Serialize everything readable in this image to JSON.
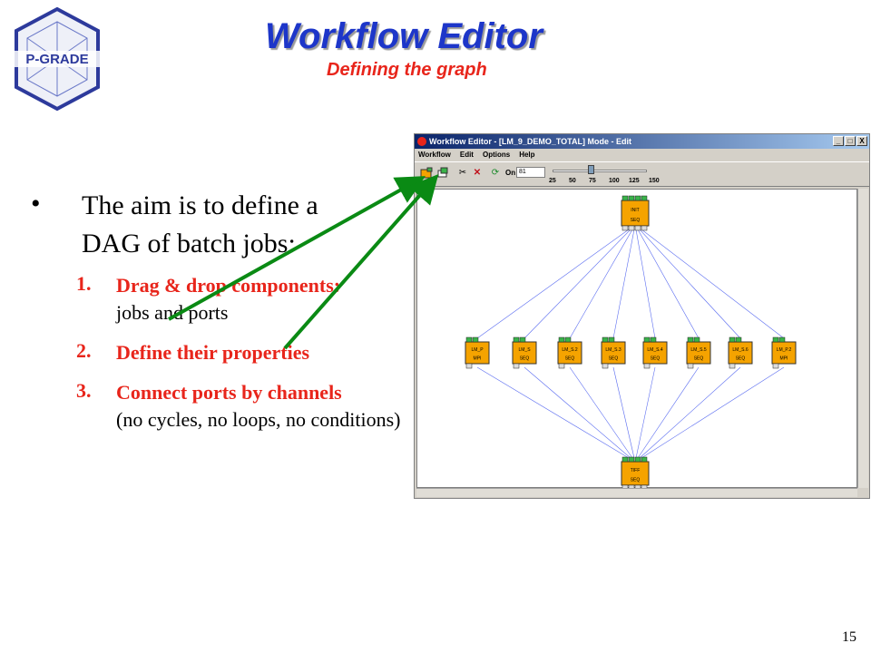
{
  "logo": {
    "text": "P-GRADE"
  },
  "header": {
    "title": "Workflow Editor",
    "subtitle": "Defining the graph"
  },
  "slide": {
    "bullet": "The aim is to define a DAG of batch jobs:",
    "items": [
      {
        "num": "1.",
        "heading": "Drag & drop components:",
        "sub": "jobs and ports"
      },
      {
        "num": "2.",
        "heading": "Define their properties",
        "sub": ""
      },
      {
        "num": "3.",
        "heading": "Connect ports by channels",
        "sub": "(no cycles, no loops, no conditions)"
      }
    ],
    "page_number": "15"
  },
  "window": {
    "title": "Workflow Editor - [LM_9_DEMO_TOTAL] Mode - Edit",
    "buttons": {
      "minimize": "_",
      "maximize": "□",
      "close": "X"
    },
    "menu": [
      "Workflow",
      "Edit",
      "Options",
      "Help"
    ],
    "toolbar": {
      "on_label": "On",
      "on_value": "81",
      "ticks": [
        "25",
        "50",
        "75",
        "100",
        "125",
        "150"
      ],
      "slider_value": 81
    },
    "jobs": {
      "init": {
        "name": "INIT",
        "type": "SEQ"
      },
      "tiff": {
        "name": "TIFF",
        "type": "SEQ"
      },
      "middle": [
        {
          "name": "LM_P",
          "type": "MPI"
        },
        {
          "name": "LM_S",
          "type": "SEQ"
        },
        {
          "name": "LM_S.2",
          "type": "SEQ"
        },
        {
          "name": "LM_S.3",
          "type": "SEQ"
        },
        {
          "name": "LM_S.4",
          "type": "SEQ"
        },
        {
          "name": "LM_S.5",
          "type": "SEQ"
        },
        {
          "name": "LM_S.6",
          "type": "SEQ"
        },
        {
          "name": "LM_P.2",
          "type": "MPI"
        }
      ]
    }
  },
  "colors": {
    "title_blue": "#1d36c9",
    "accent_red": "#e8251b",
    "arrow_green": "#0a8a14",
    "job_orange": "#f5a300",
    "port_green": "#3bb34a",
    "edge_blue": "#5a6cf0"
  }
}
